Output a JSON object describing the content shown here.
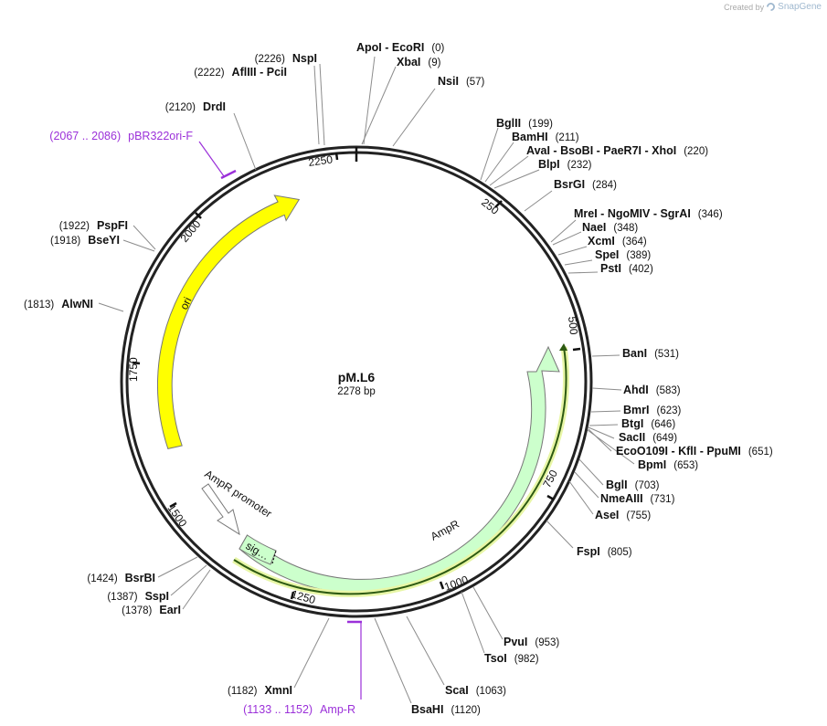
{
  "credit": {
    "created_by": "Created by",
    "brand": "SnapGene"
  },
  "plasmid": {
    "name": "pM.L6",
    "size": "2278 bp"
  },
  "ticks": [
    {
      "label": "250"
    },
    {
      "label": "500"
    },
    {
      "label": "750"
    },
    {
      "label": "1000"
    },
    {
      "label": "1250"
    },
    {
      "label": "1500"
    },
    {
      "label": "1750"
    },
    {
      "label": "2000"
    },
    {
      "label": "2250"
    }
  ],
  "features": [
    {
      "label": "ori",
      "color": "#ffff00"
    },
    {
      "label": "AmpR",
      "color": "#ccffcc"
    },
    {
      "label": "sig…",
      "color": "#ccffcc"
    },
    {
      "label": "AmpR promoter",
      "color": "#ffffff"
    }
  ],
  "sites": [
    {
      "name": "ApoI",
      "pos": "(0)"
    },
    {
      "name": "EcoRI",
      "pos": ""
    },
    {
      "name": "XbaI",
      "pos": "(9)"
    },
    {
      "name": "NsiI",
      "pos": "(57)"
    },
    {
      "name": "BglII",
      "pos": "(199)"
    },
    {
      "name": "BamHI",
      "pos": "(211)"
    },
    {
      "name": "AvaI",
      "pos": ""
    },
    {
      "name": "BsoBI",
      "pos": ""
    },
    {
      "name": "PaeR7I",
      "pos": ""
    },
    {
      "name": "XhoI",
      "pos": "(220)"
    },
    {
      "name": "BlpI",
      "pos": "(232)"
    },
    {
      "name": "BsrGI",
      "pos": "(284)"
    },
    {
      "name": "MreI",
      "pos": ""
    },
    {
      "name": "NgoMIV",
      "pos": ""
    },
    {
      "name": "SgrAI",
      "pos": "(346)"
    },
    {
      "name": "NaeI",
      "pos": "(348)"
    },
    {
      "name": "XcmI",
      "pos": "(364)"
    },
    {
      "name": "SpeI",
      "pos": "(389)"
    },
    {
      "name": "PstI",
      "pos": "(402)"
    },
    {
      "name": "BanI",
      "pos": "(531)"
    },
    {
      "name": "AhdI",
      "pos": "(583)"
    },
    {
      "name": "BmrI",
      "pos": "(623)"
    },
    {
      "name": "BtgI",
      "pos": "(646)"
    },
    {
      "name": "SacII",
      "pos": "(649)"
    },
    {
      "name": "EcoO109I",
      "pos": ""
    },
    {
      "name": "KflI",
      "pos": ""
    },
    {
      "name": "PpuMI",
      "pos": "(651)"
    },
    {
      "name": "BpmI",
      "pos": "(653)"
    },
    {
      "name": "BglI",
      "pos": "(703)"
    },
    {
      "name": "NmeAIII",
      "pos": "(731)"
    },
    {
      "name": "AseI",
      "pos": "(755)"
    },
    {
      "name": "FspI",
      "pos": "(805)"
    },
    {
      "name": "PvuI",
      "pos": "(953)"
    },
    {
      "name": "TsoI",
      "pos": "(982)"
    },
    {
      "name": "ScaI",
      "pos": "(1063)"
    },
    {
      "name": "BsaHI",
      "pos": "(1120)"
    },
    {
      "name": "XmnI",
      "pos": "(1182)"
    },
    {
      "name": "EarI",
      "pos": "(1378)"
    },
    {
      "name": "SspI",
      "pos": "(1387)"
    },
    {
      "name": "BsrBI",
      "pos": "(1424)"
    },
    {
      "name": "AlwNI",
      "pos": "(1813)"
    },
    {
      "name": "BseYI",
      "pos": "(1918)"
    },
    {
      "name": "PspFI",
      "pos": "(1922)"
    },
    {
      "name": "DrdI",
      "pos": "(2120)"
    },
    {
      "name": "AflIII",
      "pos": "(2222)"
    },
    {
      "name": "PciI",
      "pos": ""
    },
    {
      "name": "NspI",
      "pos": "(2226)"
    }
  ],
  "primers": [
    {
      "label": "pBR322ori-F",
      "pos": "(2067 .. 2086)",
      "color": "#9b30d9"
    },
    {
      "label": "Amp-R",
      "pos": "(1133 .. 1152)",
      "color": "#9b30d9"
    }
  ]
}
